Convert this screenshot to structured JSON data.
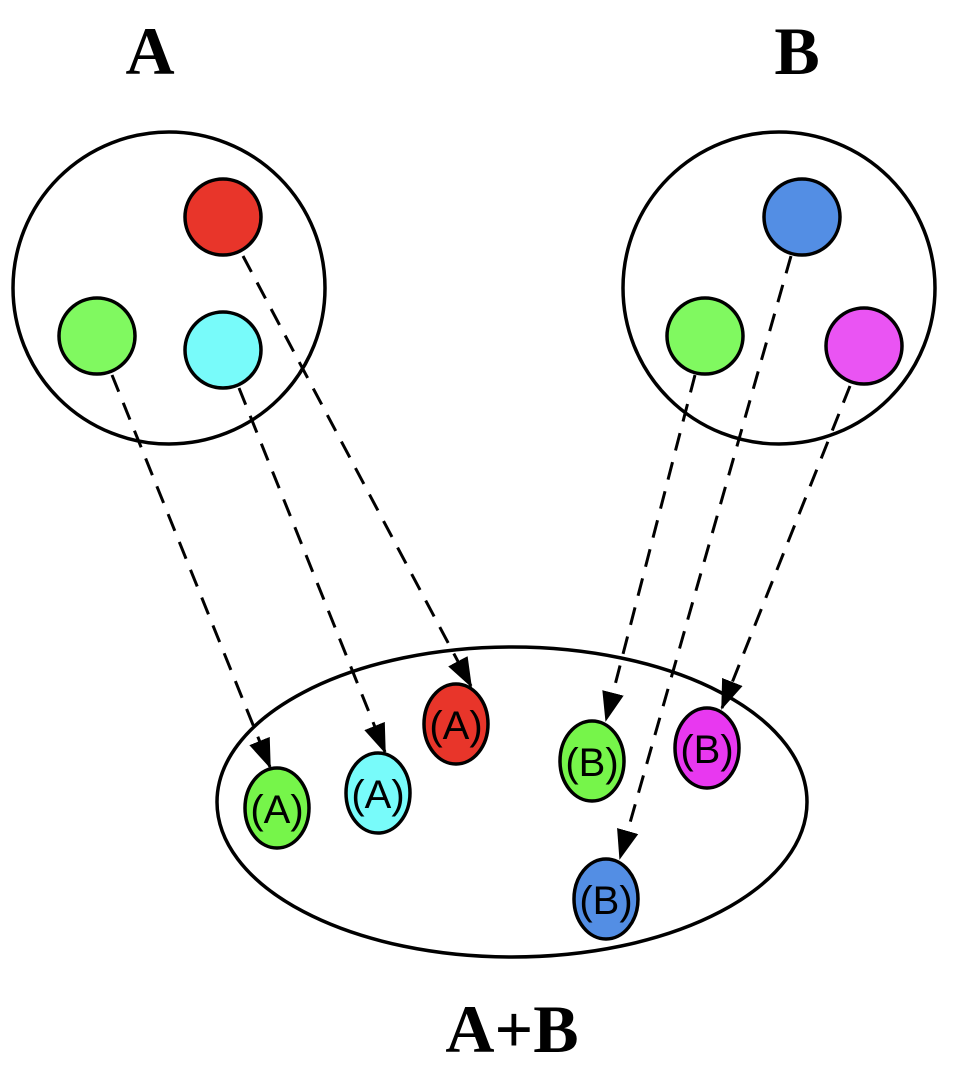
{
  "titles": {
    "set_a": "A",
    "set_b": "B",
    "union": "A+B"
  },
  "colors": {
    "red": "#e8352a",
    "green": "#80f960",
    "cyan": "#78fbfa",
    "blue": "#538ee4",
    "magenta": "#ea54f3",
    "union_green": "#76f54a",
    "union_magenta": "#e838f0"
  },
  "set_a": {
    "elements": [
      {
        "id": "a-red",
        "color": "red"
      },
      {
        "id": "a-green",
        "color": "green"
      },
      {
        "id": "a-cyan",
        "color": "cyan"
      }
    ]
  },
  "set_b": {
    "elements": [
      {
        "id": "b-blue",
        "color": "blue"
      },
      {
        "id": "b-green",
        "color": "green"
      },
      {
        "id": "b-magenta",
        "color": "magenta"
      }
    ]
  },
  "union": {
    "elements": [
      {
        "id": "u-green-a",
        "label": "(A)",
        "color": "union_green",
        "source": "a-green"
      },
      {
        "id": "u-cyan-a",
        "label": "(A)",
        "color": "cyan",
        "source": "a-cyan"
      },
      {
        "id": "u-red-a",
        "label": "(A)",
        "color": "red",
        "source": "a-red"
      },
      {
        "id": "u-green-b",
        "label": "(B)",
        "color": "union_green",
        "source": "b-green"
      },
      {
        "id": "u-magenta-b",
        "label": "(B)",
        "color": "union_magenta",
        "source": "b-magenta"
      },
      {
        "id": "u-blue-b",
        "label": "(B)",
        "color": "blue",
        "source": "b-blue"
      }
    ]
  }
}
